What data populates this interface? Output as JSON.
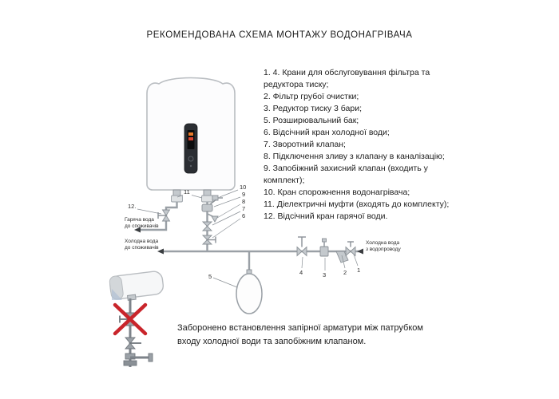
{
  "page": {
    "title": "РЕКОМЕНДОВАНА СХЕМА МОНТАЖУ ВОДОНАГРІВАЧА"
  },
  "legend": {
    "items": [
      "1. 4. Крани для обслуговування фільтра та редуктора тиску;",
      "2. Фільтр грубої очистки;",
      "3. Редуктор тиску 3 бари;",
      "5. Розширювальний бак;",
      "6. Відсічний кран холодної води;",
      "7. Зворотний клапан;",
      "8. Підключення зливу з клапану в каналізацію;",
      "9. Запобіжний захисний клапан (входить у комплект);",
      "10. Кран спорожнення водонагрівача;",
      "11. Діелектричні муфти (входять до комплекту);",
      "12. Відсічний кран гарячої води."
    ]
  },
  "warning": {
    "text": "Заборонено встановлення запірної арматури між патрубком входу холодної води та запобіжним клапаном."
  },
  "diagram": {
    "labels": {
      "hot_out_line1": "Гаряча вода",
      "hot_out_line2": "до споживачів",
      "cold_out_line1": "Холодна вода",
      "cold_out_line2": "до споживачів",
      "cold_in_line1": "Холодна вода",
      "cold_in_line2": "з водопроводу"
    },
    "numbers": {
      "n1": "1",
      "n2": "2",
      "n3": "3",
      "n4": "4",
      "n5": "5",
      "n6": "6",
      "n7": "7",
      "n8": "8",
      "n9": "9",
      "n10": "10",
      "n11": "11",
      "n12": "12."
    }
  },
  "colors": {
    "prohibition_red": "#c9252b",
    "display_orange": "#e87a2a",
    "display_red": "#d8432f",
    "pipe_gray": "#9aa0a6"
  }
}
